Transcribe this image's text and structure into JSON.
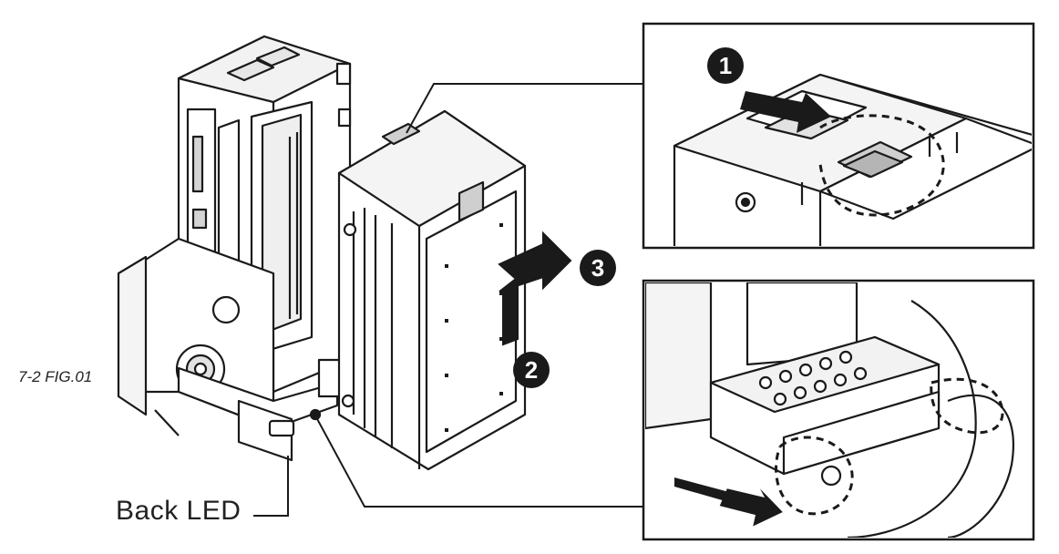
{
  "figure_label": "7-2 FIG.01",
  "callout_label": "Back LED",
  "steps": [
    {
      "number": "1"
    },
    {
      "number": "2"
    },
    {
      "number": "3"
    }
  ],
  "colors": {
    "line": "#1a1a1a",
    "fill": "#ffffff",
    "marker": "#1a1a1a",
    "marker_text": "#ffffff",
    "shade": "#dcdcdc"
  }
}
